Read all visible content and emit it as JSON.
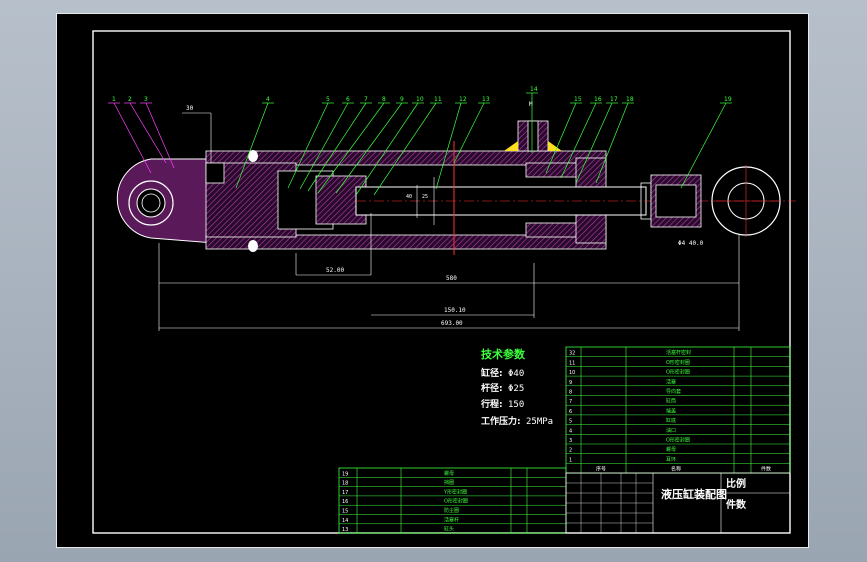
{
  "tech": {
    "title": "技术参数",
    "bore_label": "缸径:",
    "bore_value": "Φ40",
    "rod_label": "杆径:",
    "rod_value": "Φ25",
    "stroke_label": "行程:",
    "stroke_value": "150",
    "pressure_label": "工作压力:",
    "pressure_value": "25MPa"
  },
  "dims": {
    "top_stub": "30",
    "left_small": "52.00",
    "middle": "580",
    "stroke": "150.10",
    "overall": "693.00",
    "bore_inner": "40",
    "rod_inner": "25",
    "port": "M",
    "eye_note": "Φ4 40.0"
  },
  "balloons": [
    "1",
    "2",
    "3",
    "4",
    "5",
    "6",
    "7",
    "8",
    "9",
    "10",
    "11",
    "12",
    "13",
    "14",
    "15",
    "16",
    "17",
    "18",
    "19"
  ],
  "title_block": {
    "drawing_name": "液压缸装配图",
    "scale_label": "比例",
    "qty_label": "件数"
  },
  "parts_upper": [
    {
      "no": "32",
      "name": "活塞杆密封"
    },
    {
      "no": "11",
      "name": "O形密封圈"
    },
    {
      "no": "10",
      "name": "O形密封圈"
    },
    {
      "no": "9",
      "name": "活塞"
    },
    {
      "no": "8",
      "name": "导向套"
    },
    {
      "no": "7",
      "name": "缸筒"
    },
    {
      "no": "6",
      "name": "端盖"
    },
    {
      "no": "5",
      "name": "缸底"
    },
    {
      "no": "4",
      "name": "油口"
    },
    {
      "no": "3",
      "name": "O形密封圈"
    },
    {
      "no": "2",
      "name": "螺母"
    },
    {
      "no": "1",
      "name": "耳环"
    }
  ],
  "parts_upper_header": {
    "no": "序号",
    "name": "名称",
    "qty": "件数"
  },
  "parts_lower": [
    {
      "no": "19",
      "name": "螺母"
    },
    {
      "no": "18",
      "name": "挡圈"
    },
    {
      "no": "17",
      "name": "Y形密封圈"
    },
    {
      "no": "16",
      "name": "O形密封圈"
    },
    {
      "no": "15",
      "name": "防尘圈"
    },
    {
      "no": "14",
      "name": "活塞杆"
    },
    {
      "no": "13",
      "name": "缸头"
    }
  ]
}
